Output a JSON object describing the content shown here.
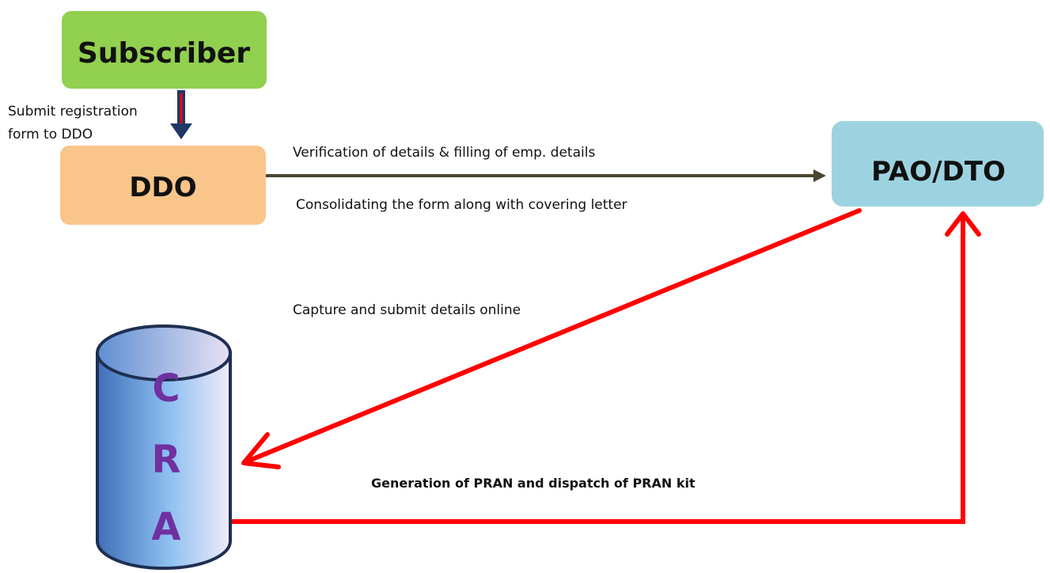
{
  "nodes": {
    "subscriber": {
      "label": "Subscriber",
      "fill": "#92d050",
      "text_color": "#111111"
    },
    "ddo": {
      "label": "DDO",
      "fill": "#fac58a",
      "text_color": "#111111"
    },
    "pao_dto": {
      "label": "PAO/DTO",
      "fill": "#9dd3e0",
      "text_color": "#111111"
    },
    "cra": {
      "letters": [
        "C",
        "R",
        "A"
      ],
      "fill_dark": "#4a7dc4",
      "fill_light": "#f0eaf8",
      "stroke": "#1f2f52",
      "text_color": "#7030a0"
    }
  },
  "edges": {
    "submit_registration": {
      "label_line1": "Submit registration",
      "label_line2": "form to DDO"
    },
    "ddo_to_pao": {
      "label_top": "Verification of details & filling of emp. details",
      "label_bottom": "Consolidating the form along with covering letter",
      "color": "#4a4632"
    },
    "pao_to_cra": {
      "label": "Capture and submit details online",
      "color": "#ff0000"
    },
    "cra_to_pao": {
      "label": "Generation of PRAN and dispatch of PRAN kit",
      "color": "#ff0000"
    }
  }
}
